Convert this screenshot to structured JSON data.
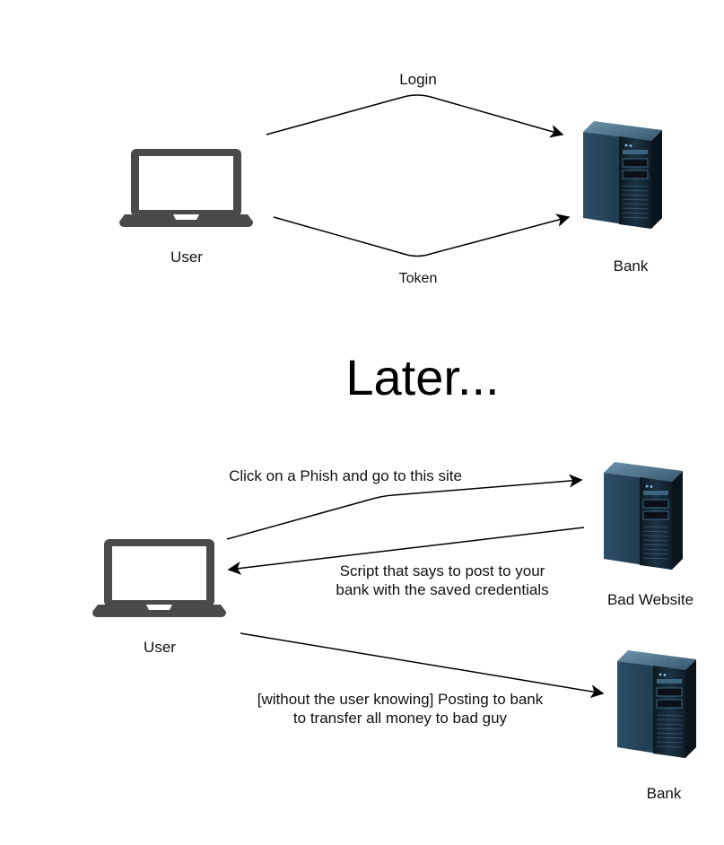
{
  "section1": {
    "user_label": "User",
    "bank_label": "Bank",
    "login_label": "Login",
    "token_label": "Token"
  },
  "later_label": "Later...",
  "section2": {
    "user_label": "User",
    "bad_website_label": "Bad Website",
    "bank_label": "Bank",
    "phish_label": "Click on a Phish and go to this site",
    "script_label": "Script that says to post to your\nbank with the saved credentials",
    "posting_label": "[without the user knowing] Posting to bank\nto transfer all money to bad guy"
  },
  "icons": {
    "user": "laptop-icon",
    "server": "server-tower-icon"
  },
  "colors": {
    "laptop": "#4a4a4a",
    "server_dark": "#0f1c26",
    "server_mid": "#1f3a4d",
    "server_light": "#3f6a86"
  }
}
